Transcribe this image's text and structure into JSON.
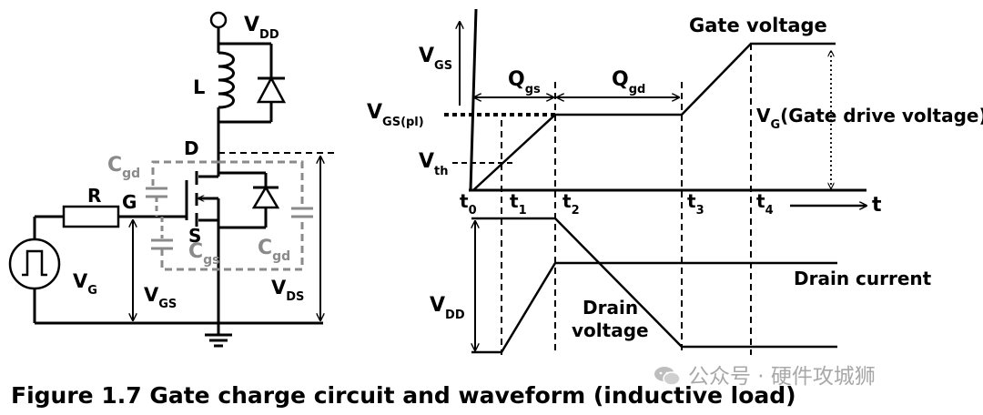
{
  "circuit": {
    "labels": {
      "vdd": "V",
      "vdd_sub": "DD",
      "inductor": "L",
      "drain": "D",
      "gate": "G",
      "source": "S",
      "resistor": "R",
      "cgd_left": "C",
      "cgd_left_sub": "gd",
      "cgs": "C",
      "cgs_sub": "gs",
      "cgd_right": "C",
      "cgd_right_sub": "gd",
      "vg": "V",
      "vg_sub": "G",
      "vgs": "V",
      "vgs_sub": "GS",
      "vds": "V",
      "vds_sub": "DS"
    }
  },
  "waveform": {
    "vgs_axis": "V",
    "vgs_axis_sub": "GS",
    "vgs_pl": "V",
    "vgs_pl_sub": "GS(pl)",
    "vth": "V",
    "vth_sub": "th",
    "qgs": "Q",
    "qgs_sub": "gs",
    "qgd": "Q",
    "qgd_sub": "gd",
    "gate_voltage": "Gate voltage",
    "vg_drive": "V",
    "vg_drive_sub": "G",
    "vg_drive_rest": "(Gate drive voltage)",
    "t_axis": "t",
    "times": [
      {
        "label": "t",
        "sub": "0"
      },
      {
        "label": "t",
        "sub": "1"
      },
      {
        "label": "t",
        "sub": "2"
      },
      {
        "label": "t",
        "sub": "3"
      },
      {
        "label": "t",
        "sub": "4"
      }
    ],
    "vdd": "V",
    "vdd_sub": "DD",
    "drain_voltage_line1": "Drain",
    "drain_voltage_line2": "voltage",
    "drain_current": "Drain current"
  },
  "caption": "Figure 1.7 Gate charge circuit and waveform (inductive load)",
  "watermark": "公众号 · 硬件攻城狮",
  "colors": {
    "ink": "#000000",
    "parasitic": "#8a8a8a",
    "watermark": "#a8a8a8"
  }
}
